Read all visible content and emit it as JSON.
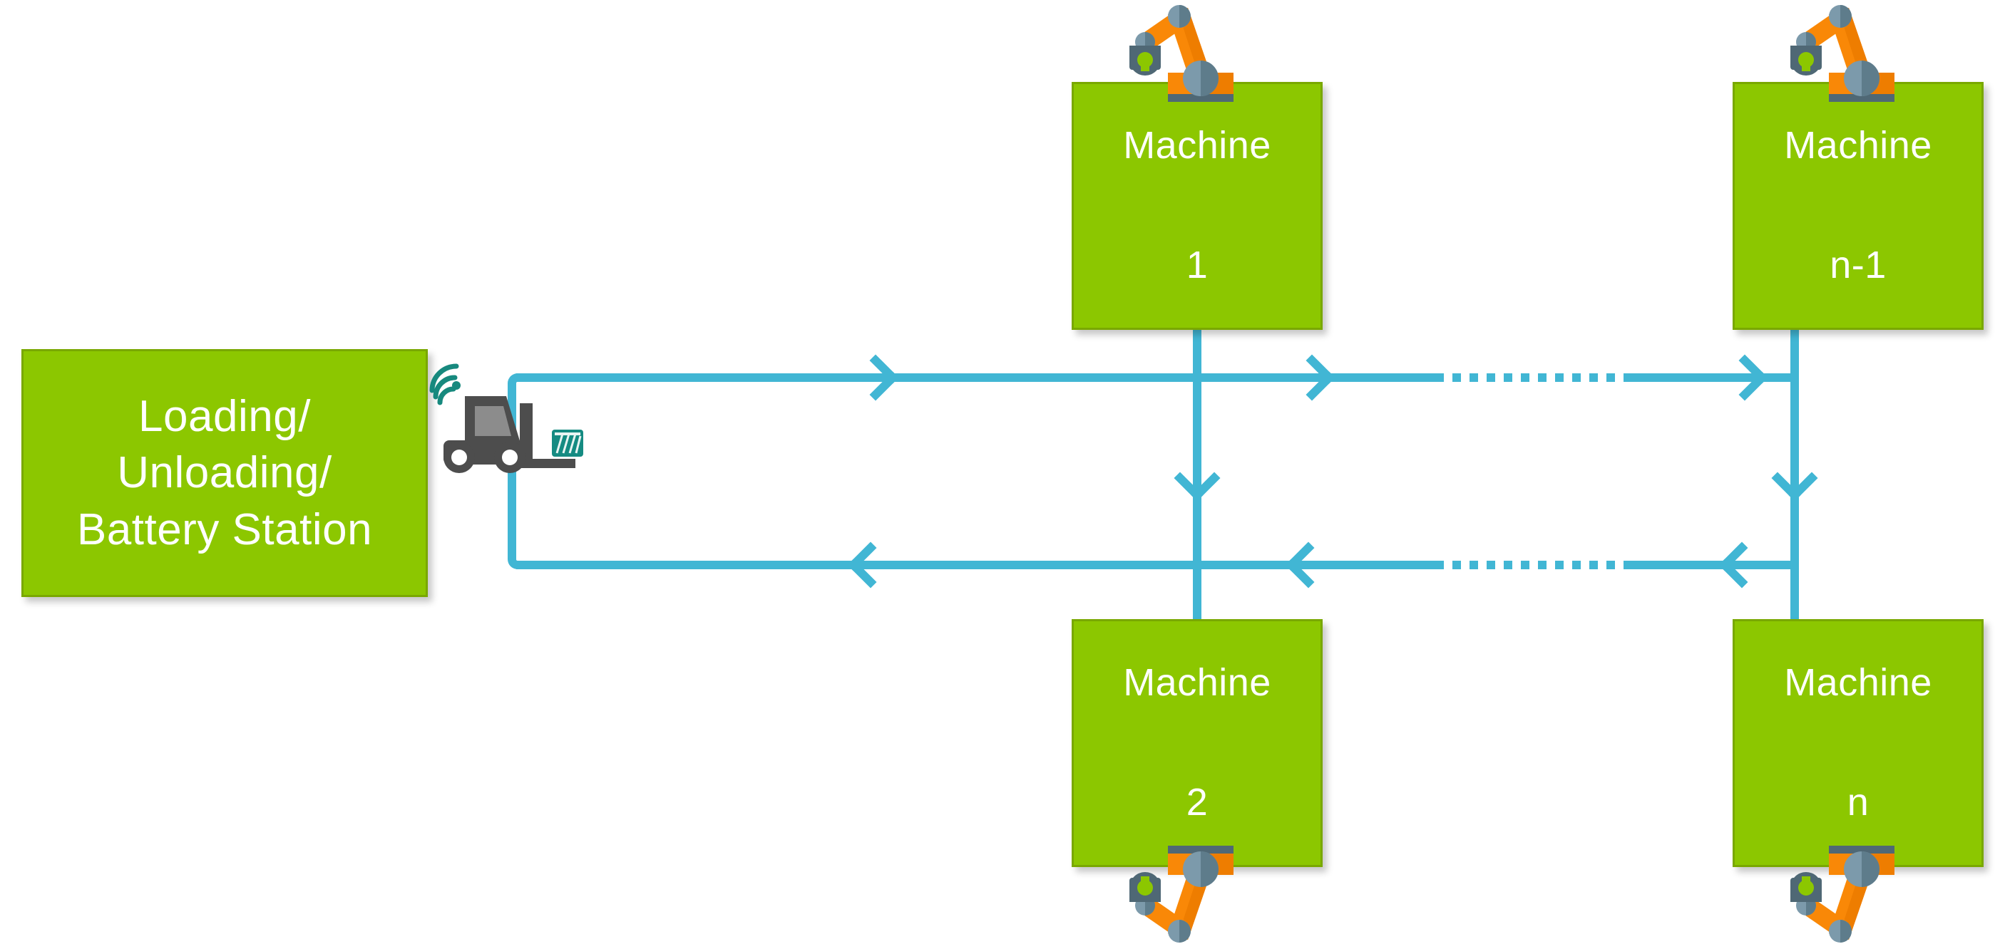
{
  "diagram": {
    "title": "AGV material handling loop between loading station and machines",
    "colors": {
      "node_fill": "#8CC700",
      "node_border": "#79A800",
      "path": "#41B6D4",
      "robot_arm": "#F98807",
      "robot_joint": "#5E7C8B",
      "agv_body": "#4D4D4D",
      "signal": "#17897E",
      "pallet": "#158B82",
      "text": "#FFFFFF"
    },
    "station": {
      "name": "loading-unloading-battery-station",
      "label": "Loading/\nUnloading/\nBattery Station"
    },
    "machines": [
      {
        "id": "machine-1",
        "title": "Machine",
        "number": "1",
        "position": "top-left-inner",
        "robot": "robot-arm-up"
      },
      {
        "id": "machine-n-1",
        "title": "Machine",
        "number": "n-1",
        "position": "top-right",
        "robot": "robot-arm-up"
      },
      {
        "id": "machine-2",
        "title": "Machine",
        "number": "2",
        "position": "bottom-left-inner",
        "robot": "robot-arm-down"
      },
      {
        "id": "machine-n",
        "title": "Machine",
        "number": "n",
        "position": "bottom-right",
        "robot": "robot-arm-down"
      }
    ],
    "vehicle": {
      "name": "agv-forklift",
      "icons": [
        "forklift-icon",
        "wireless-signal-icon",
        "pallet-icon"
      ]
    },
    "paths": {
      "outbound_direction": "right",
      "return_direction": "left",
      "segment_style_middle": "dotted",
      "arrowhead_style": "open-chevron",
      "loop_corner_style": "rounded"
    }
  }
}
